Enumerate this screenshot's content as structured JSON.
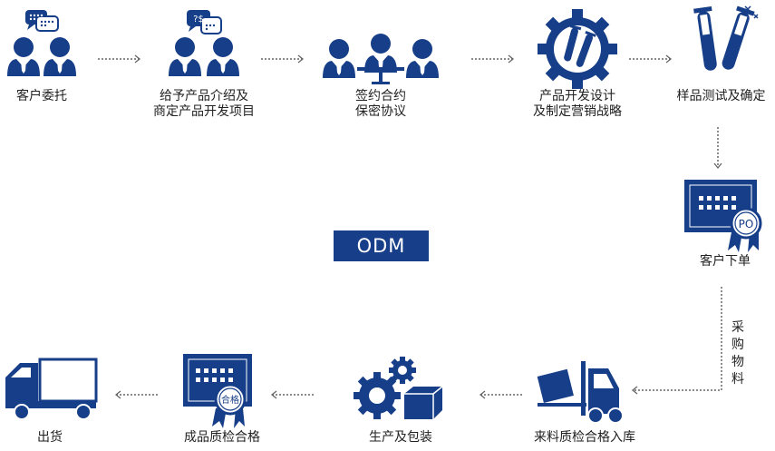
{
  "title": "ODM",
  "steps": [
    {
      "id": "s1",
      "lines": [
        "客户委托"
      ]
    },
    {
      "id": "s2",
      "lines": [
        "给予产品介绍及",
        "商定产品开发项目"
      ]
    },
    {
      "id": "s3",
      "lines": [
        "签约合约",
        "保密协议"
      ]
    },
    {
      "id": "s4",
      "lines": [
        "产品开发设计",
        "及制定营销战略"
      ]
    },
    {
      "id": "s5",
      "lines": [
        "样品测试及确定"
      ]
    },
    {
      "id": "s6",
      "lines": [
        "客户下单"
      ],
      "badge": "PO"
    },
    {
      "id": "s7",
      "lines": [
        "来料质检合格入库"
      ]
    },
    {
      "id": "s8",
      "lines": [
        "生产及包装"
      ]
    },
    {
      "id": "s9",
      "lines": [
        "成品质检合格"
      ],
      "badge": "合格"
    },
    {
      "id": "s10",
      "lines": [
        "出货"
      ]
    }
  ],
  "connector_label": [
    "采",
    "购",
    "物",
    "料"
  ],
  "colors": {
    "primary": "#173e88",
    "arrow": "#666666",
    "text": "#222222"
  }
}
